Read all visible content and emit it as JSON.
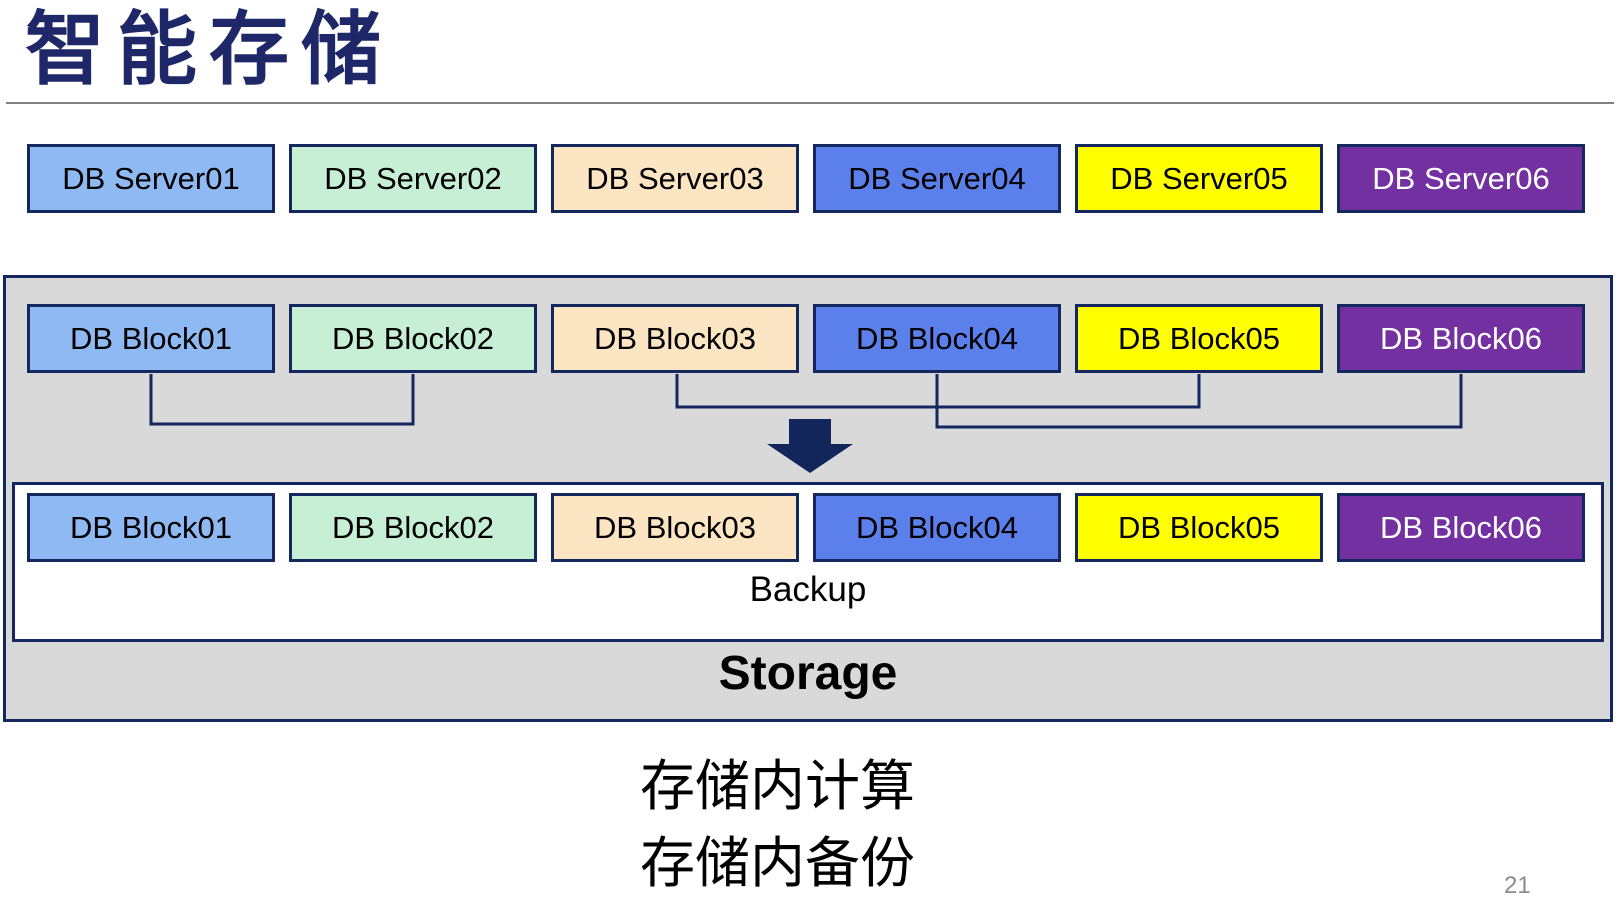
{
  "title": "智能存储",
  "palette": {
    "title_color": "#1E2868",
    "border_navy": "#14275E",
    "gray_panel_fill": "#D9D9D9",
    "arrow_fill": "#12265C",
    "divider_gray": "#808080",
    "page_number_gray": "#8C8C8C",
    "box_colors": [
      {
        "fill": "#8FB9F2",
        "text": "#000000"
      },
      {
        "fill": "#C7EFD6",
        "text": "#000000"
      },
      {
        "fill": "#FBE5C2",
        "text": "#000000"
      },
      {
        "fill": "#5B80EB",
        "text": "#000000"
      },
      {
        "fill": "#FFFF00",
        "text": "#000000"
      },
      {
        "fill": "#7230A0",
        "text": "#FFFFFF"
      }
    ]
  },
  "server_row": [
    "DB Server01",
    "DB Server02",
    "DB Server03",
    "DB Server04",
    "DB Server05",
    "DB Server06"
  ],
  "storage_panel": {
    "label": "Storage",
    "block_row_top": [
      "DB Block01",
      "DB Block02",
      "DB Block03",
      "DB Block04",
      "DB Block05",
      "DB Block06"
    ],
    "backup_box": {
      "label": "Backup",
      "block_row_bottom": [
        "DB Block01",
        "DB Block02",
        "DB Block03",
        "DB Block04",
        "DB Block05",
        "DB Block06"
      ]
    }
  },
  "caption_lines": [
    "存储内计算",
    "存储内备份"
  ],
  "page_number": "21"
}
